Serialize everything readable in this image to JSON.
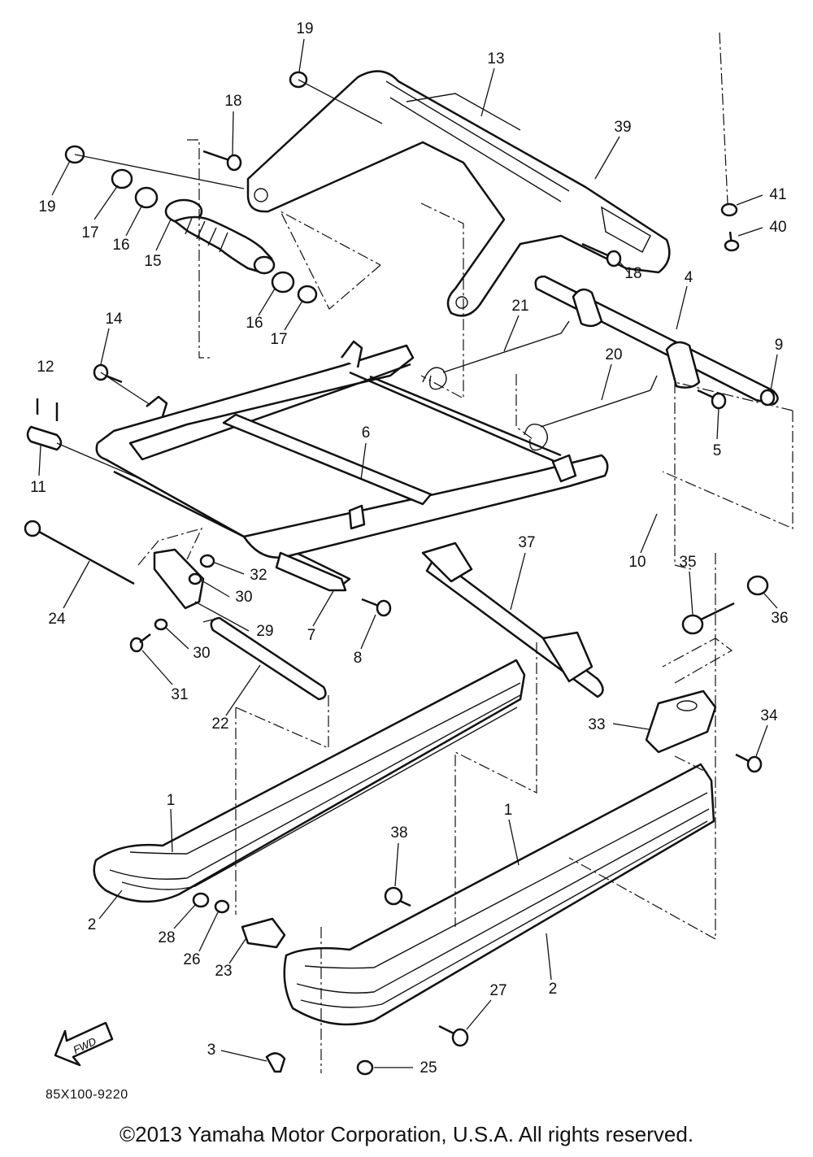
{
  "diagram_code": "85X100-9220",
  "copyright": "©2013 Yamaha Motor Corporation, U.S.A. All rights reserved.",
  "fwd_label": "FWD",
  "callouts": [
    "1",
    "1",
    "2",
    "2",
    "3",
    "4",
    "5",
    "6",
    "7",
    "8",
    "9",
    "10",
    "11",
    "12",
    "13",
    "14",
    "15",
    "16",
    "16",
    "17",
    "17",
    "18",
    "18",
    "19",
    "19",
    "20",
    "21",
    "22",
    "23",
    "24",
    "25",
    "26",
    "27",
    "28",
    "29",
    "30",
    "30",
    "31",
    "32",
    "33",
    "34",
    "35",
    "36",
    "37",
    "38",
    "39",
    "40",
    "41"
  ]
}
